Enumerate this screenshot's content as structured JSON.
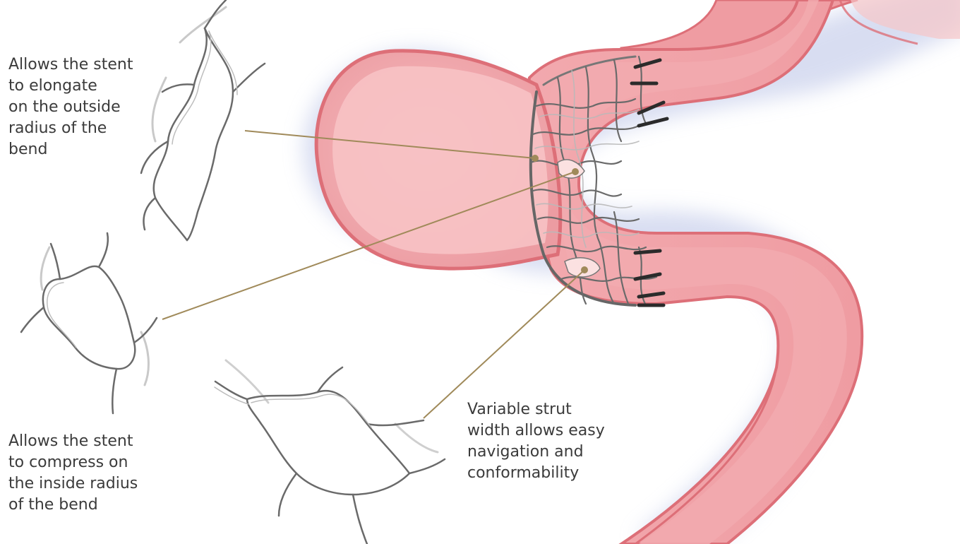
{
  "labels": {
    "elongate": [
      "Allows the stent",
      "to elongate",
      "on the outside",
      "radius of the",
      "bend"
    ],
    "compress": [
      "Allows the stent",
      "to compress on",
      "the inside radius",
      "of the bend"
    ],
    "strut": [
      "Variable strut",
      "width allows easy",
      "navigation and",
      "conformability"
    ]
  },
  "colors": {
    "vessel_outer": "#e9878e",
    "vessel_inner": "#f3b2b5",
    "vessel_wall": "#dd6f78",
    "vessel_shadow": "#b7bfe0",
    "strut": "#6a6a6a",
    "strut_highlight": "#b9b9b9",
    "leader_line": "#a08a5a",
    "marker": "#2b2b2b",
    "text": "#3b3b3b"
  }
}
